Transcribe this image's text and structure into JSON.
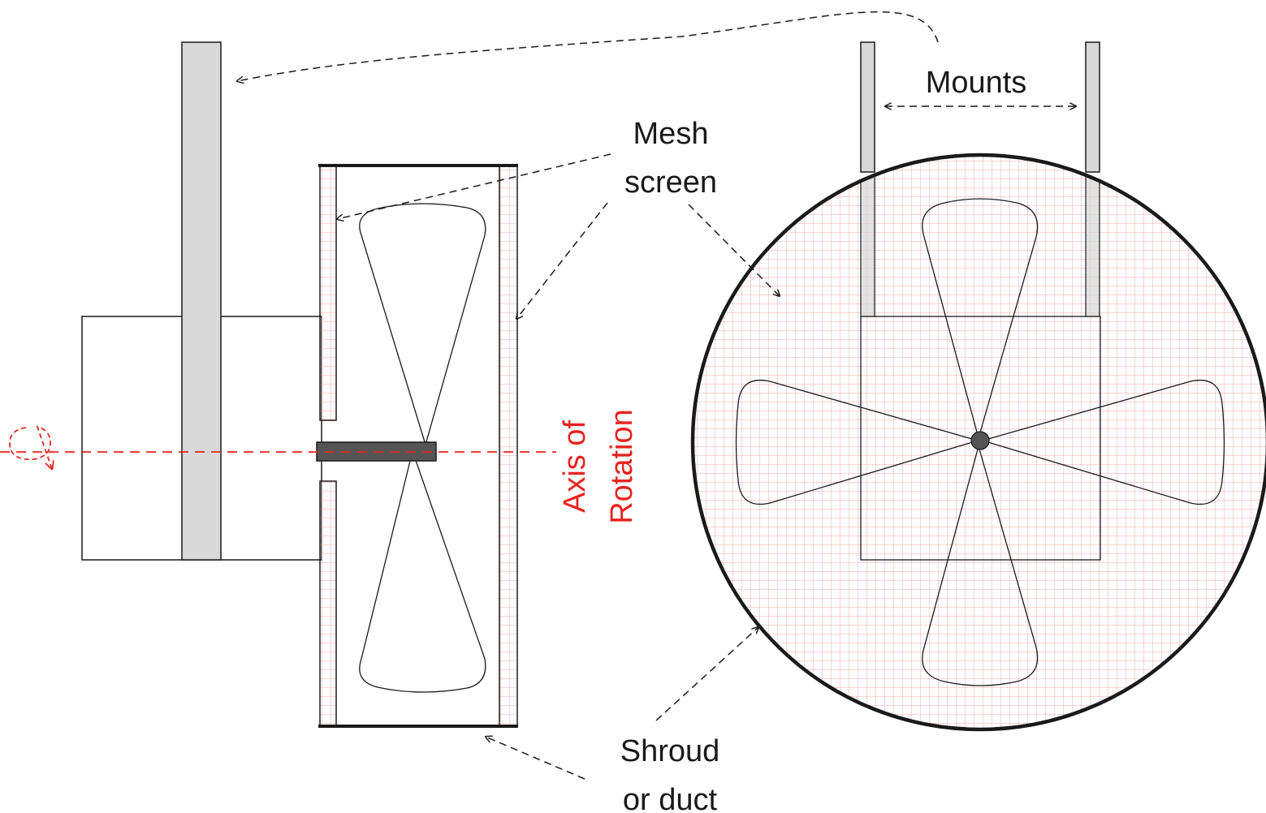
{
  "labels": {
    "mesh_line1": "Mesh",
    "mesh_line2": "screen",
    "mounts": "Mounts",
    "axis_line1": "Axis of",
    "axis_line2": "Rotation",
    "shroud_line1": "Shroud",
    "shroud_line2": "or duct"
  },
  "colors": {
    "outline": "#1a1a1a",
    "mount_fill": "#d8d8d8",
    "hub": "#555555",
    "mesh_grid": "#f1a9a9",
    "axis": "#e8231f",
    "background": "#ffffff"
  }
}
